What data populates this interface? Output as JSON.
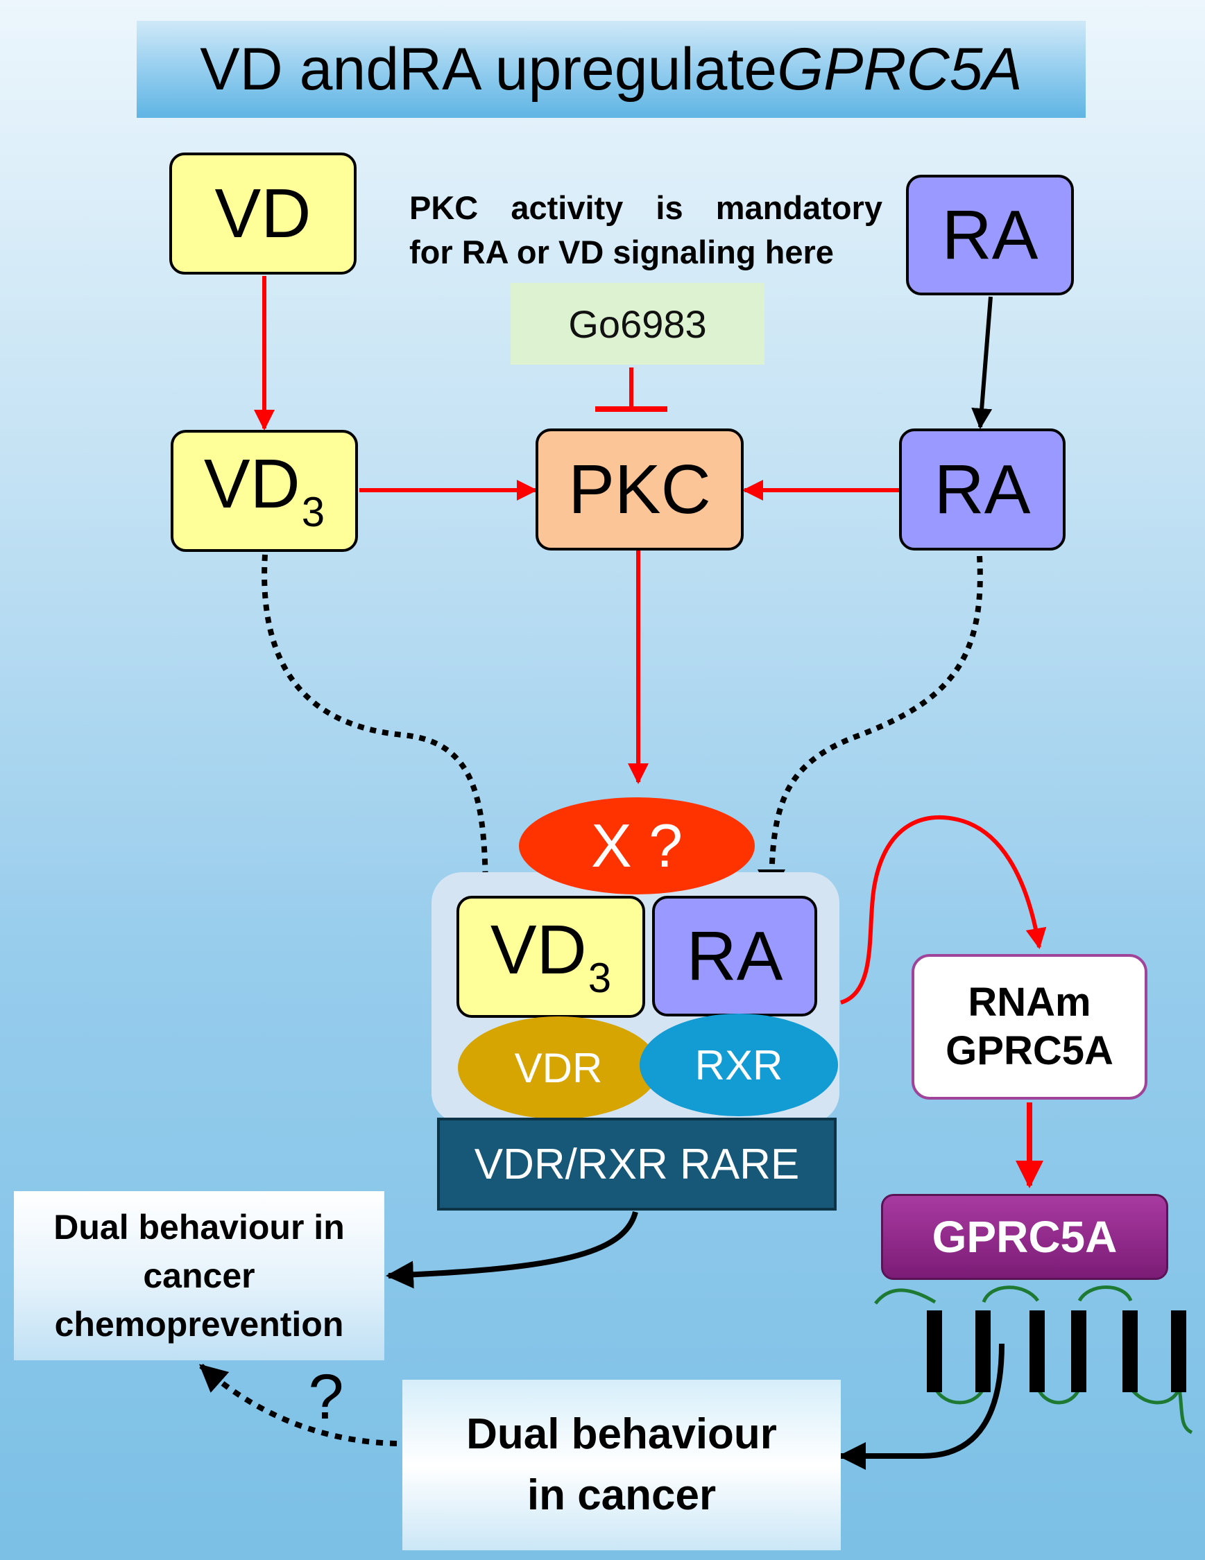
{
  "title": {
    "main": "VD andRA upregulate ",
    "gene": "GPRC5A"
  },
  "nodes": {
    "vd_top": "VD",
    "ra_top": "RA",
    "vd3": {
      "base": "VD",
      "sub": "3"
    },
    "pkc": "PKC",
    "ra_mid": "RA",
    "x_unknown": "X ?",
    "complex_vd3": {
      "base": "VD",
      "sub": "3"
    },
    "complex_ra": "RA",
    "vdr": "VDR",
    "rxr": "RXR",
    "rare": "VDR/RXR RARE",
    "rnam": {
      "line1": "RNAm",
      "line2": "GPRC5A"
    },
    "gprc5a": "GPRC5A"
  },
  "inhibitor": "Go6983",
  "note": {
    "line1_words": [
      "PKC",
      "activity",
      "is",
      "mandatory"
    ],
    "line2": "for RA or VD signaling here"
  },
  "outcomes": {
    "chemoprevention": [
      "Dual behaviour in",
      "cancer",
      "chemoprevention"
    ],
    "cancer": [
      "Dual behaviour",
      "in cancer"
    ],
    "question": "?"
  },
  "colors": {
    "vd": "#ffff99",
    "ra": "#9999ff",
    "pkc": "#fbc598",
    "x": "#ff3300",
    "vdr": "#d6a502",
    "rxr": "#139bd4",
    "rare": "#175878",
    "gprc5a": "#8f2a89",
    "activation": "#ff0000",
    "default_arrow": "#000000",
    "membrane_loop": "#1e7a32"
  }
}
